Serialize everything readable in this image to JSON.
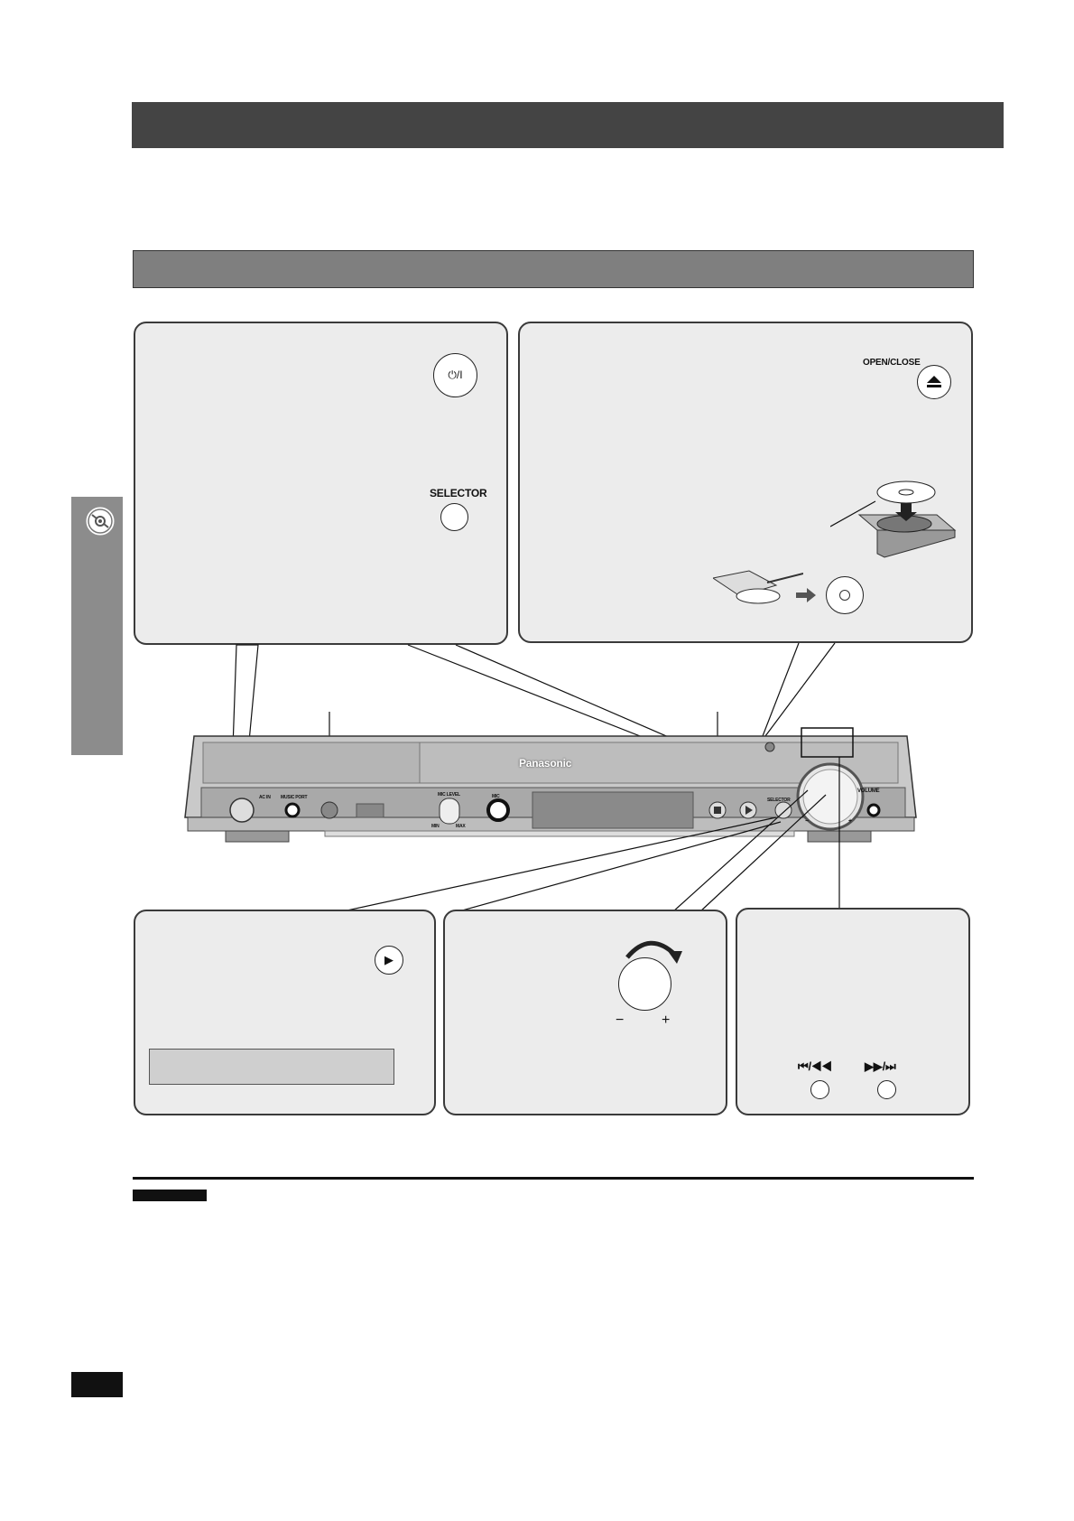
{
  "buttons": {
    "power_symbol": "⏻/I",
    "selector_label": "SELECTOR",
    "open_close_label": "OPEN/CLOSE",
    "play_symbol": "▶",
    "skip_back_label": "⏮/◀◀",
    "skip_fwd_label": "▶▶/⏭",
    "volume_minus": "−",
    "volume_plus": "+"
  },
  "unit": {
    "brand": "Panasonic",
    "ac_in": "AC IN",
    "music_port": "MUSIC PORT",
    "mic_level": "MIC LEVEL",
    "min": "MIN",
    "max": "MAX",
    "mic": "MIC",
    "selector": "SELECTOR",
    "volume": "VOLUME",
    "minus": "−",
    "plus": "+"
  },
  "icons": {
    "disc": "disc-icon",
    "power": "power-icon",
    "eject": "eject-icon",
    "play": "play-icon",
    "stop": "stop-icon",
    "arrow": "arrow-right-icon"
  },
  "colors": {
    "title_bar": "#444444",
    "section_bar": "#7f7f7f",
    "callout_bg": "#ececec",
    "side_tab": "#8c8c8c"
  }
}
